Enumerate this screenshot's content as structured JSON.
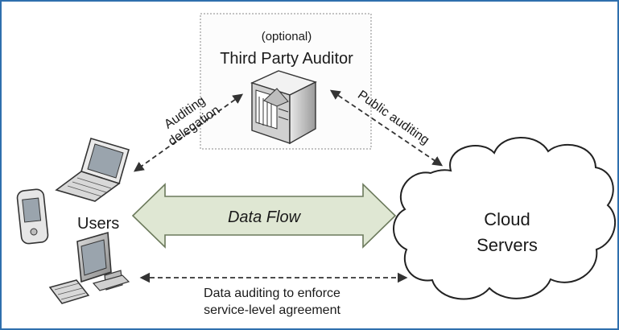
{
  "auditor": {
    "optional_label": "(optional)",
    "title": "Third Party Auditor"
  },
  "users_label": "Users",
  "cloud": {
    "line1": "Cloud",
    "line2": "Servers"
  },
  "data_flow_label": "Data Flow",
  "auditing_delegation": {
    "line1": "Auditing",
    "line2": "delegation"
  },
  "public_auditing_label": "Public auditing",
  "sla": {
    "line1": "Data auditing to enforce",
    "line2": "service-level agreement"
  },
  "colors": {
    "frame_border": "#2f6fad",
    "dataflow_fill": "#dfe7d3",
    "dataflow_stroke": "#6c7a5c",
    "dash": "#333333"
  }
}
